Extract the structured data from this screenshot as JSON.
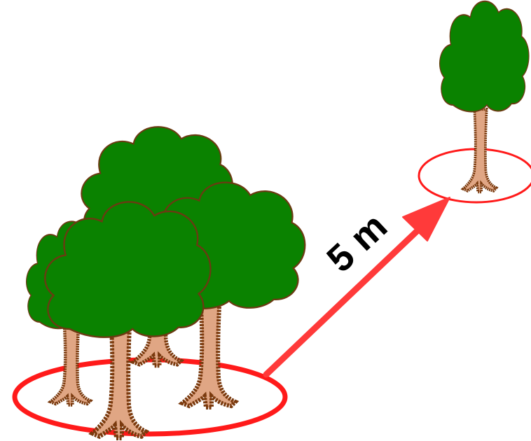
{
  "diagram": {
    "distance_label": "5 m",
    "colors": {
      "ring": "#ff1a1a",
      "arrow": "#ff3a3a",
      "foliage": "#0a8200",
      "foliage_outline": "#6b3a12",
      "trunk_fill": "#e0a684",
      "trunk_outline": "#7a3a0e",
      "label": "#000000"
    },
    "groups": [
      {
        "name": "tree-cluster",
        "tree_count": 4
      },
      {
        "name": "single-tree",
        "tree_count": 1
      }
    ]
  }
}
